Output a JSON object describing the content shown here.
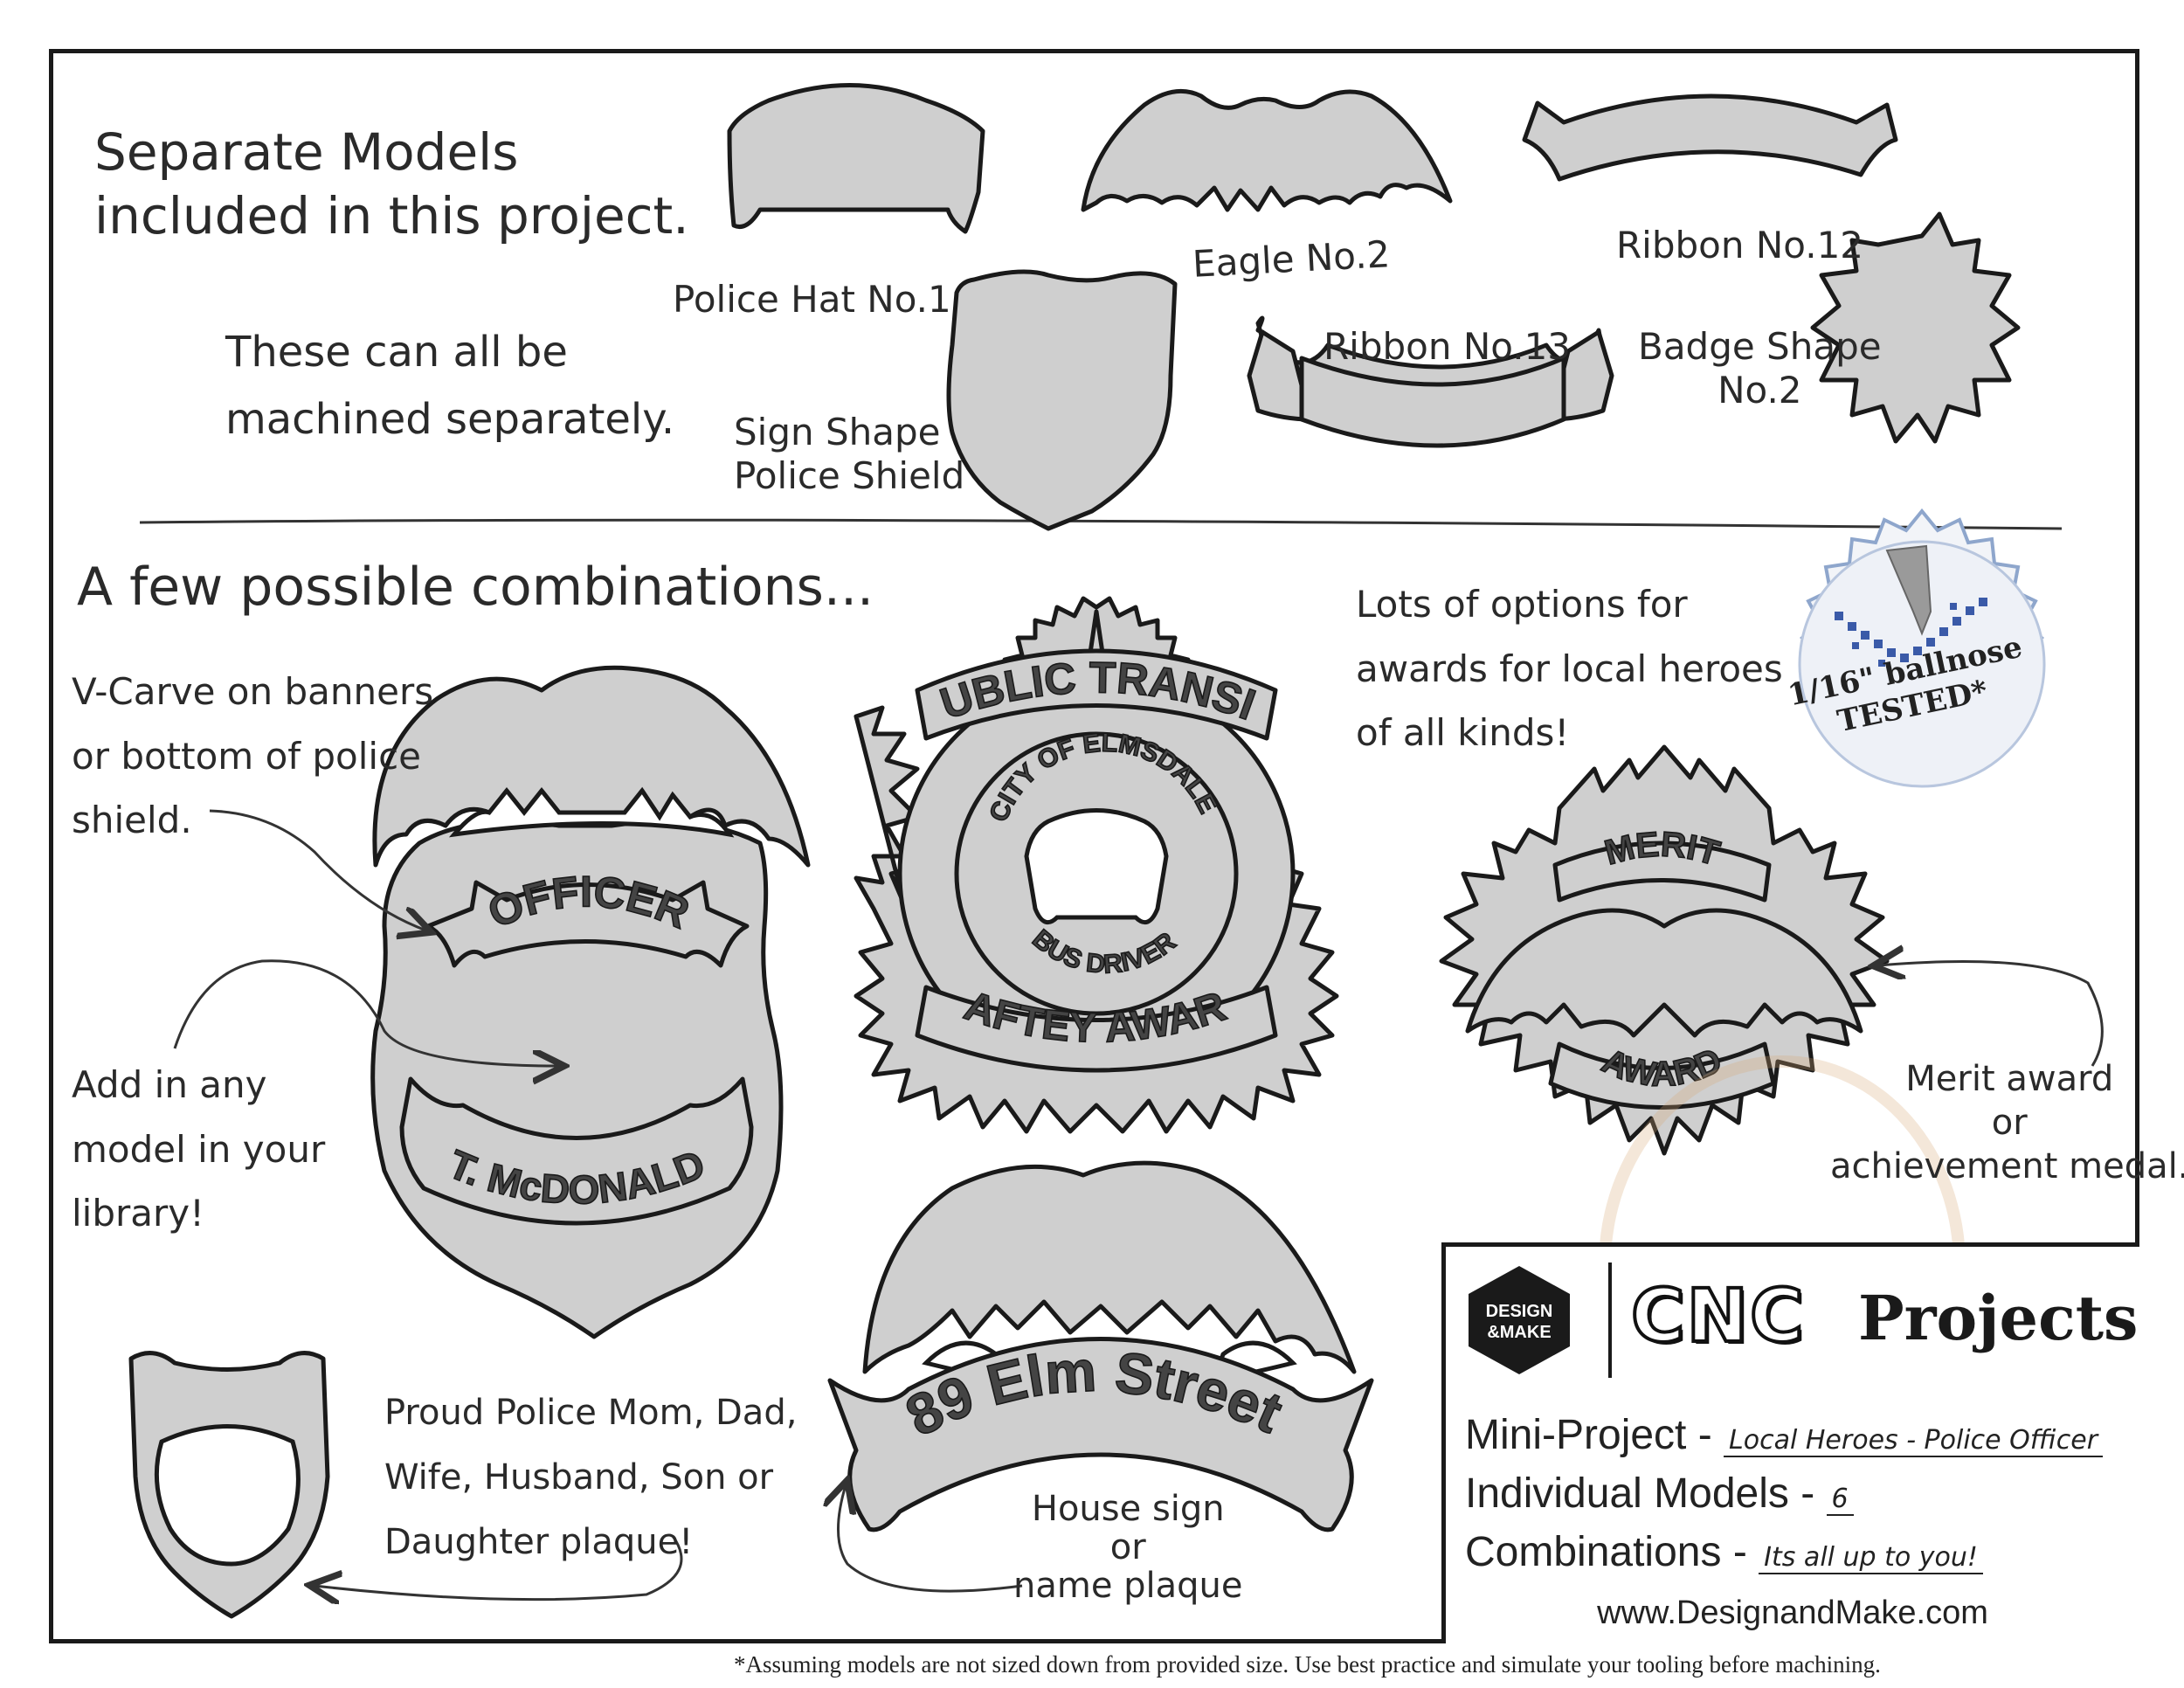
{
  "sections": {
    "separate_models_title": [
      "Separate Models",
      "included in this project."
    ],
    "separate_models_note": [
      "These can all be",
      "machined separately."
    ],
    "combinations_title": "A few possible combinations..."
  },
  "models": {
    "police_hat": "Police Hat No.1",
    "eagle": "Eagle No.2",
    "ribbon12": "Ribbon No.12",
    "police_shield": [
      "Sign Shape",
      "Police Shield"
    ],
    "ribbon13": "Ribbon No.13",
    "badge_shape": [
      "Badge Shape",
      "No.2"
    ]
  },
  "notes": {
    "vcarve": [
      "V-Carve on banners",
      "or bottom of police",
      "shield."
    ],
    "add_model": [
      "Add in any",
      "model in your",
      "library!"
    ],
    "awards": [
      "Lots of options for",
      "awards for local heroes",
      "of all kinds!"
    ],
    "merit": [
      "Merit award",
      "or",
      "achievement medal."
    ],
    "proud": [
      "Proud Police Mom, Dad,",
      "Wife, Husband, Son or",
      "Daughter plaque!"
    ],
    "house": [
      "House sign",
      "or",
      "name plaque"
    ]
  },
  "badge_text": {
    "officer": "OFFICER",
    "name": "T. McDONALD",
    "transit_top": "PUBLIC TRANSIT",
    "city": "CITY OF ELMSDALE",
    "bus_driver": "BUS DRIVER",
    "safety": "SAFTEY AWARD",
    "merit": "MERIT",
    "award": "AWARD",
    "street": "89 Elm Street"
  },
  "seal": [
    "1/16\" ballnose",
    "TESTED*"
  ],
  "title_block": {
    "logo": [
      "DESIGN",
      "&MAKE"
    ],
    "cnc": "CNC",
    "projects": "Projects",
    "mini_project_label": "Mini-Project -",
    "mini_project_value": "Local Heroes - Police Officer",
    "models_label": "Individual Models -",
    "models_value": "6",
    "combinations_label": "Combinations -",
    "combinations_value": "Its all up to you!",
    "website": "www.DesignandMake.com"
  },
  "footnote": "*Assuming models are not sized down from provided size. Use best practice and simulate your tooling before machining.",
  "colors": {
    "shape_fill": "#cfcfcf",
    "stroke": "#1a1a1a",
    "seal_edge": "#8ea6cc",
    "seal_pixels": "#3a5aa8"
  }
}
